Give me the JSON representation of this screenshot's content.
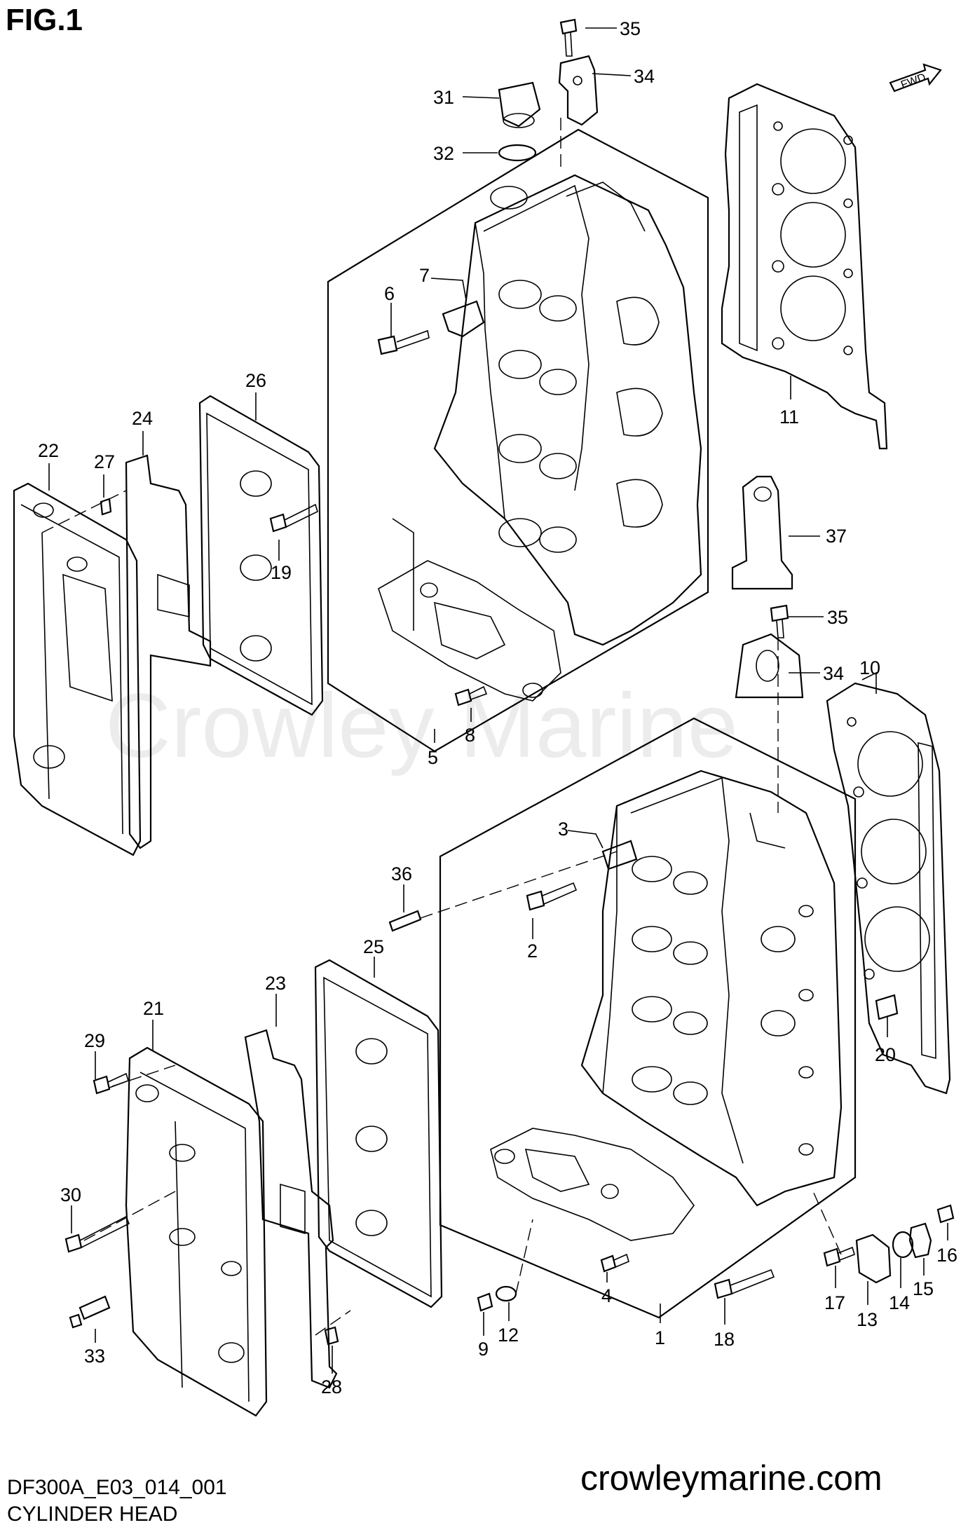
{
  "header": {
    "fig_label": "FIG.1"
  },
  "footer": {
    "diagram_code": "DF300A_E03_014_001",
    "diagram_name": "CYLINDER HEAD",
    "website": "crowleymarine.com"
  },
  "watermark": "Crowley Marine",
  "fwd_label": "FWD",
  "callouts": [
    {
      "id": "c35a",
      "text": "35"
    },
    {
      "id": "c34a",
      "text": "34"
    },
    {
      "id": "c31",
      "text": "31"
    },
    {
      "id": "c32",
      "text": "32"
    },
    {
      "id": "c7",
      "text": "7"
    },
    {
      "id": "c6",
      "text": "6"
    },
    {
      "id": "c11",
      "text": "11"
    },
    {
      "id": "c26",
      "text": "26"
    },
    {
      "id": "c24",
      "text": "24"
    },
    {
      "id": "c22",
      "text": "22"
    },
    {
      "id": "c27",
      "text": "27"
    },
    {
      "id": "c19",
      "text": "19"
    },
    {
      "id": "c37",
      "text": "37"
    },
    {
      "id": "c35b",
      "text": "35"
    },
    {
      "id": "c34b",
      "text": "34"
    },
    {
      "id": "c10",
      "text": "10"
    },
    {
      "id": "c8",
      "text": "8"
    },
    {
      "id": "c5",
      "text": "5"
    },
    {
      "id": "c3",
      "text": "3"
    },
    {
      "id": "c36",
      "text": "36"
    },
    {
      "id": "c2",
      "text": "2"
    },
    {
      "id": "c25",
      "text": "25"
    },
    {
      "id": "c21",
      "text": "21"
    },
    {
      "id": "c23",
      "text": "23"
    },
    {
      "id": "c29",
      "text": "29"
    },
    {
      "id": "c20",
      "text": "20"
    },
    {
      "id": "c30",
      "text": "30"
    },
    {
      "id": "c16",
      "text": "16"
    },
    {
      "id": "c15",
      "text": "15"
    },
    {
      "id": "c14",
      "text": "14"
    },
    {
      "id": "c13",
      "text": "13"
    },
    {
      "id": "c17",
      "text": "17"
    },
    {
      "id": "c4",
      "text": "4"
    },
    {
      "id": "c1",
      "text": "1"
    },
    {
      "id": "c18",
      "text": "18"
    },
    {
      "id": "c12",
      "text": "12"
    },
    {
      "id": "c9",
      "text": "9"
    },
    {
      "id": "c33",
      "text": "33"
    },
    {
      "id": "c28",
      "text": "28"
    }
  ]
}
